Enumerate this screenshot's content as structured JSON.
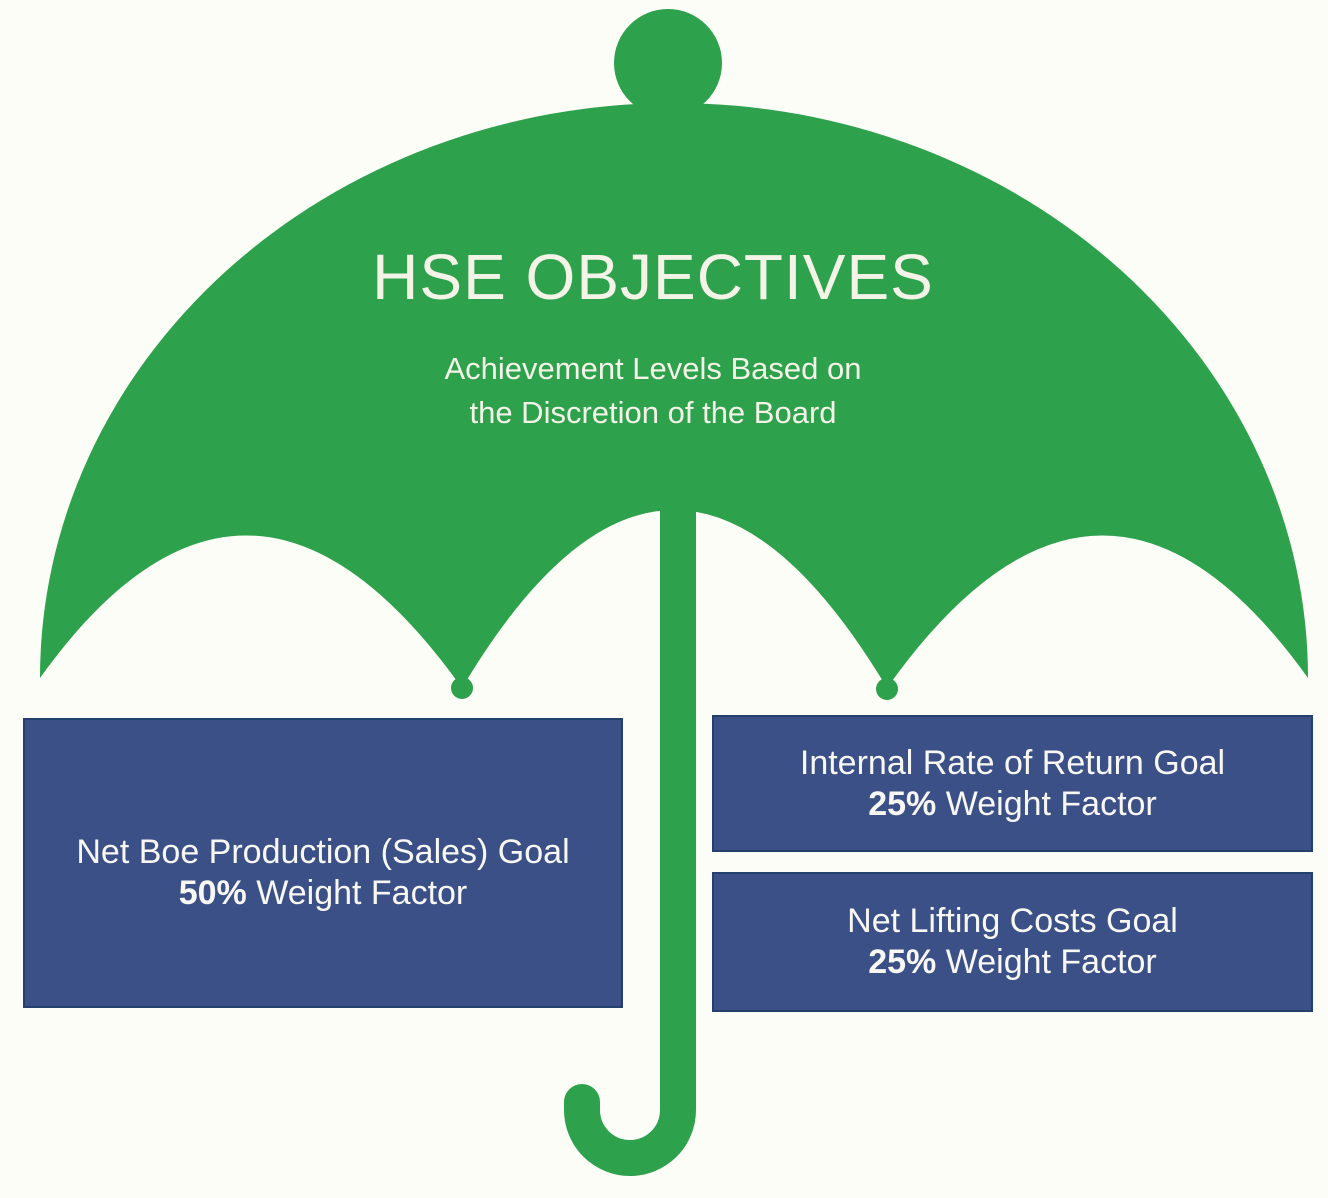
{
  "umbrella": {
    "title": "HSE OBJECTIVES",
    "subtitle_line1": "Achievement Levels Based on",
    "subtitle_line2": "the Discretion of the Board"
  },
  "goals": {
    "production": {
      "name": "Net Boe Production (Sales) Goal",
      "weight": "50%",
      "weight_suffix": "Weight Factor"
    },
    "internal_rate_of_return": {
      "name": "Internal Rate of Return Goal",
      "weight": "25%",
      "weight_suffix": "Weight Factor"
    },
    "net_lifting_costs": {
      "name": "Net Lifting Costs Goal",
      "weight": "25%",
      "weight_suffix": "Weight Factor"
    }
  },
  "colors": {
    "umbrella_green": "#2DA14C",
    "box_blue": "#3B5086",
    "box_border": "#24406E",
    "canopy_text": "#F4F3E7",
    "box_text": "#F8F7F3",
    "background": "#FDFDF8"
  }
}
